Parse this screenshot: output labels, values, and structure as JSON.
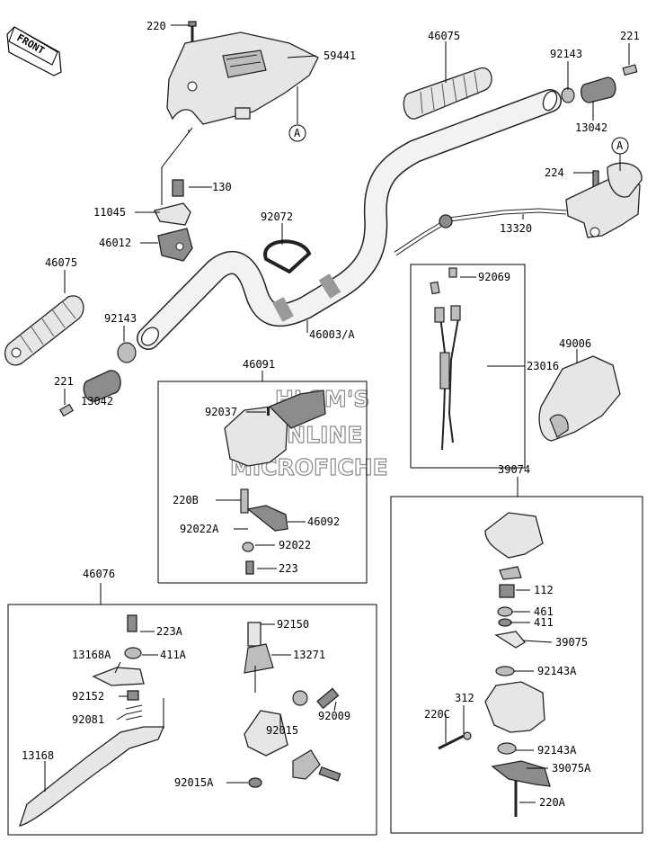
{
  "front_marker": "FRONT",
  "watermark": [
    "HLSM'S",
    "ONLINE",
    "MICROFICHE"
  ],
  "labels": {
    "p220": "220",
    "p59441": "59441",
    "callout_a_top": "A",
    "p46075_right": "46075",
    "p92143_right": "92143",
    "p221_right": "221",
    "p13042_right": "13042",
    "callout_a_right": "A",
    "p130": "130",
    "p11045": "11045",
    "p92072": "92072",
    "p46012": "46012",
    "p224": "224",
    "p13320": "13320",
    "p46075_left": "46075",
    "p92069": "92069",
    "p92143_left": "92143",
    "p46003a": "46003/A",
    "p46091": "46091",
    "p49006": "49006",
    "p23016": "23016",
    "p221_left": "221",
    "p13042_left": "13042",
    "p92037": "92037",
    "p39074": "39074",
    "p220b": "220B",
    "p92022a": "92022A",
    "p46092": "46092",
    "p92022": "92022",
    "p223": "223",
    "p46076": "46076",
    "p112": "112",
    "p461": "461",
    "p411": "411",
    "p39075": "39075",
    "p223a": "223A",
    "p92150": "92150",
    "p13168a": "13168A",
    "p411a": "411A",
    "p13271": "13271",
    "p92143a_1": "92143A",
    "p92152": "92152",
    "p92009": "92009",
    "p312": "312",
    "p220c": "220C",
    "p92081": "92081",
    "p92015": "92015",
    "p92143a_2": "92143A",
    "p13168": "13168",
    "p39075a": "39075A",
    "p92015a": "92015A",
    "p220a": "220A"
  }
}
